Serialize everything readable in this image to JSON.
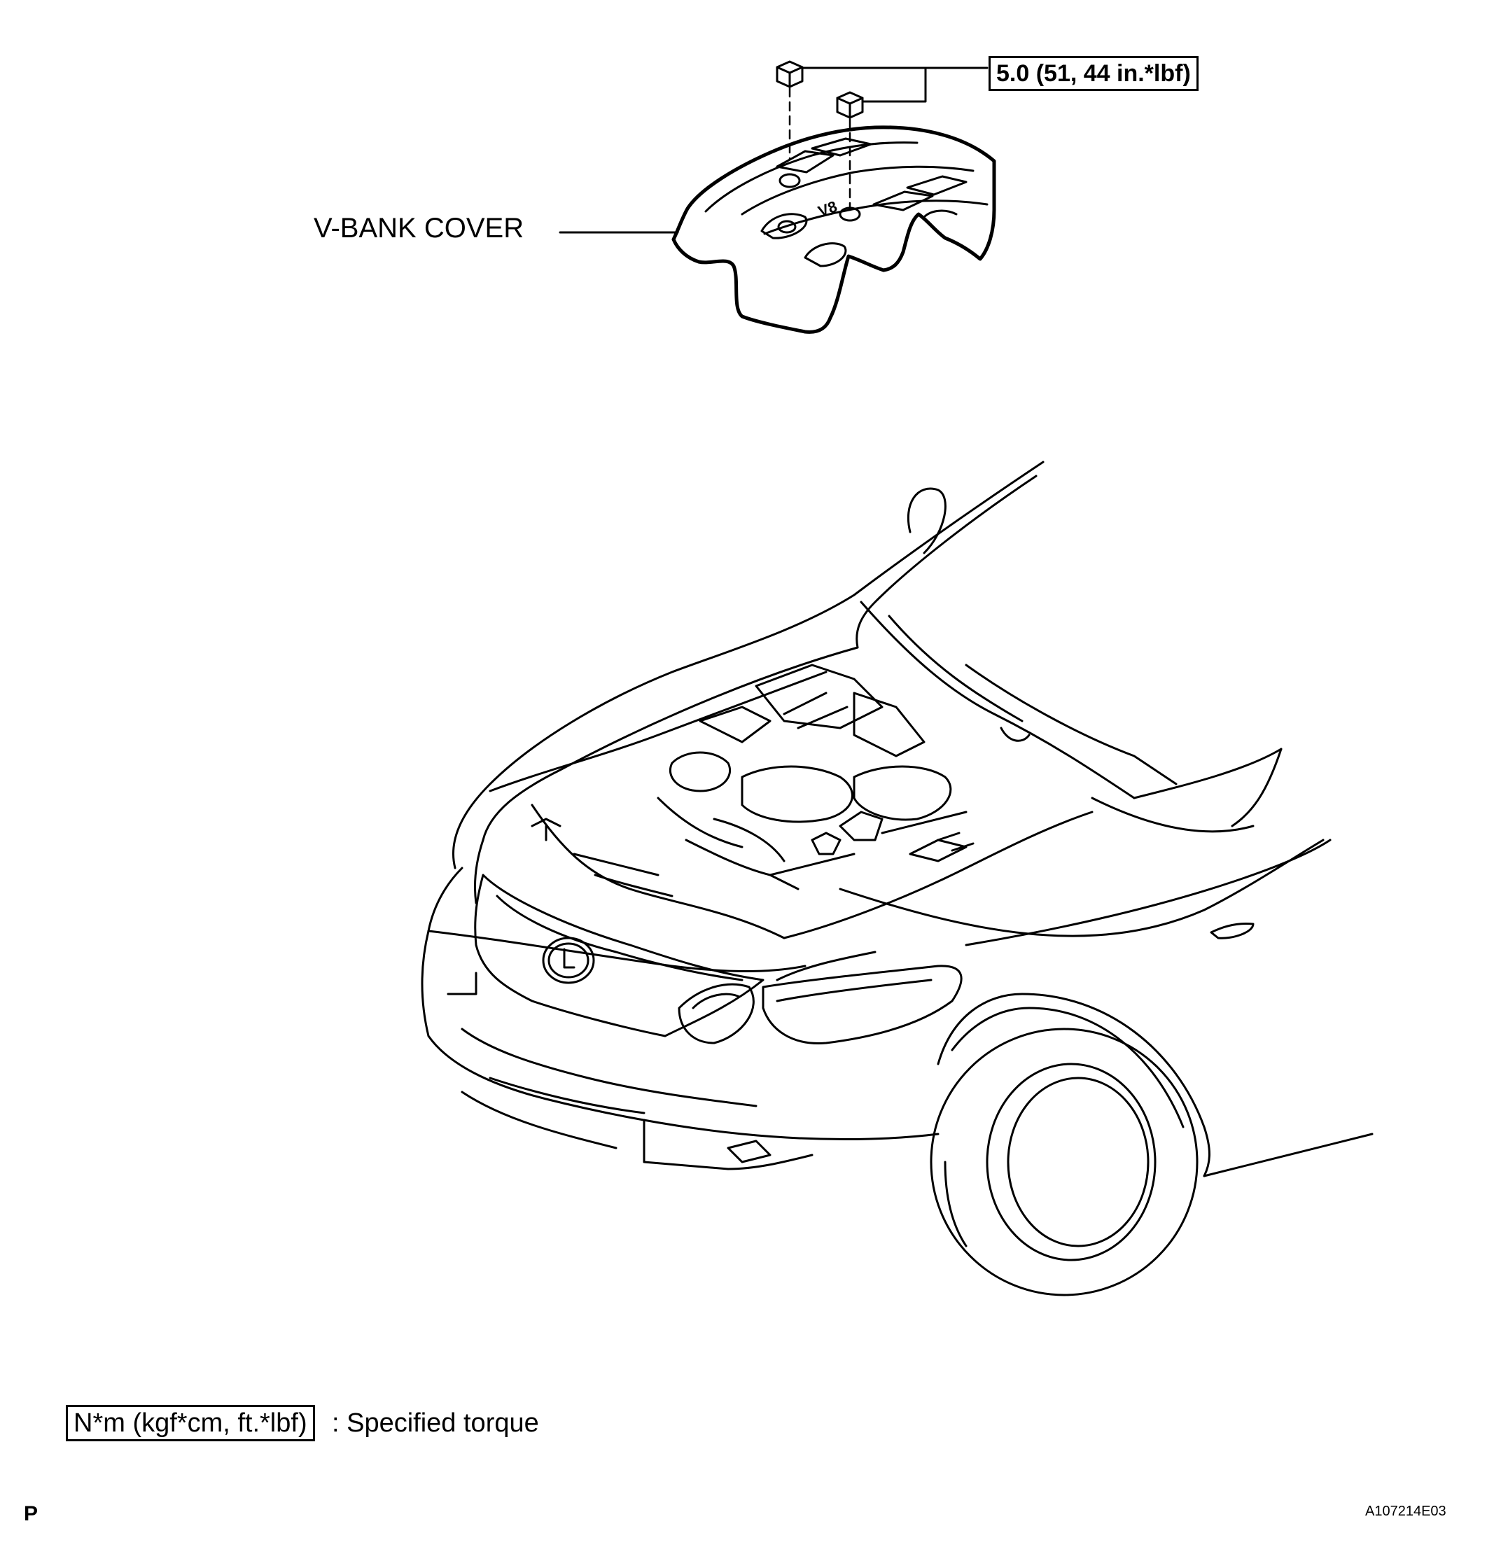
{
  "callouts": {
    "part_label": "V-BANK COVER",
    "torque_value": "5.0 (51, 44 in.*lbf)"
  },
  "legend": {
    "torque_units": "N*m (kgf*cm, ft.*lbf)",
    "description": ": Specified torque"
  },
  "footer": {
    "page_marker": "P",
    "figure_code": "A107214E03"
  },
  "emblem": {
    "cover_badge": "V8"
  }
}
